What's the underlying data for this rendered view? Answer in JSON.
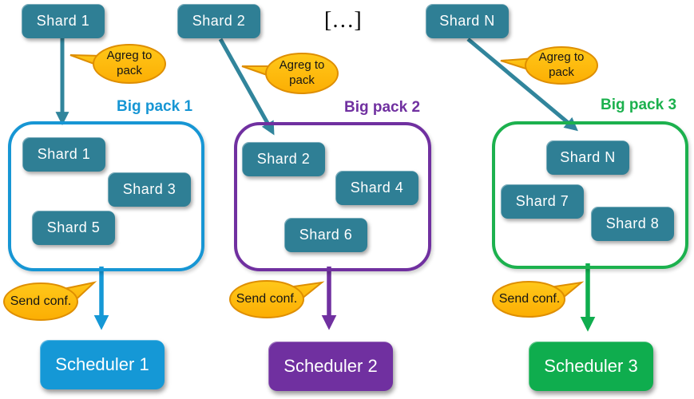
{
  "labels": {
    "ellipsis": "[…]",
    "agreg_bubble": "Agreg to pack",
    "send_bubble": "Send conf."
  },
  "colors": {
    "shard_teal_fill": "#2F7F95",
    "arrow_teal": "#31859C",
    "bubble_fill_top": "#FFC81A",
    "bubble_fill_bottom": "#FCAE03",
    "bubble_stroke": "#DE8E00",
    "pack1_blue": "#1796D4",
    "pack2_purple": "#7030A0",
    "pack3_green": "#1CB14E"
  },
  "pipelines": [
    {
      "source_shard": "Shard 1",
      "pack_title": "Big pack 1",
      "pack_shards": [
        "Shard 1",
        "Shard 3",
        "Shard 5"
      ],
      "scheduler": "Scheduler 1"
    },
    {
      "source_shard": "Shard 2",
      "pack_title": "Big pack 2",
      "pack_shards": [
        "Shard 2",
        "Shard 4",
        "Shard 6"
      ],
      "scheduler": "Scheduler 2"
    },
    {
      "source_shard": "Shard N",
      "pack_title": "Big pack 3",
      "pack_shards": [
        "Shard N",
        "Shard 7",
        "Shard 8"
      ],
      "scheduler": "Scheduler 3"
    }
  ]
}
